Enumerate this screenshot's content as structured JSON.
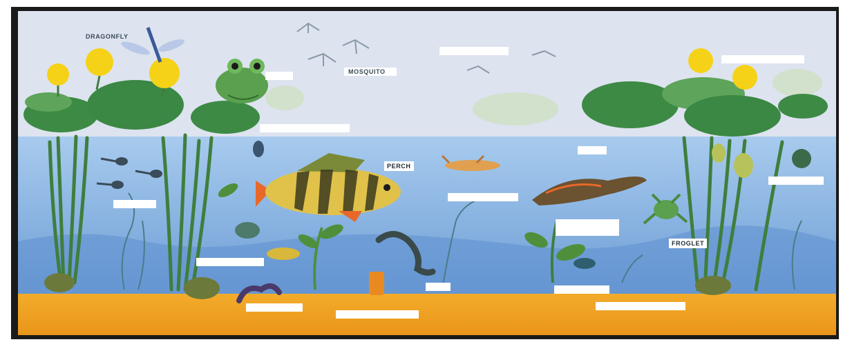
{
  "captions": {
    "perch": "PERCH",
    "dragonfly": "DRAGONFLY",
    "mosquito": "MOSQUITO",
    "froglet": "FROGLET"
  },
  "colors": {
    "sky": "#dde3ef",
    "water_top": "#9fc4e9",
    "water_bottom": "#6f9fd6",
    "pond_bed": "#f0a321",
    "lily_pad": "#3f8a47",
    "lily_flower": "#f5d217",
    "perch_body": "#e0c24a",
    "perch_fins": "#e8682a",
    "frame": "#1a1a1a"
  }
}
